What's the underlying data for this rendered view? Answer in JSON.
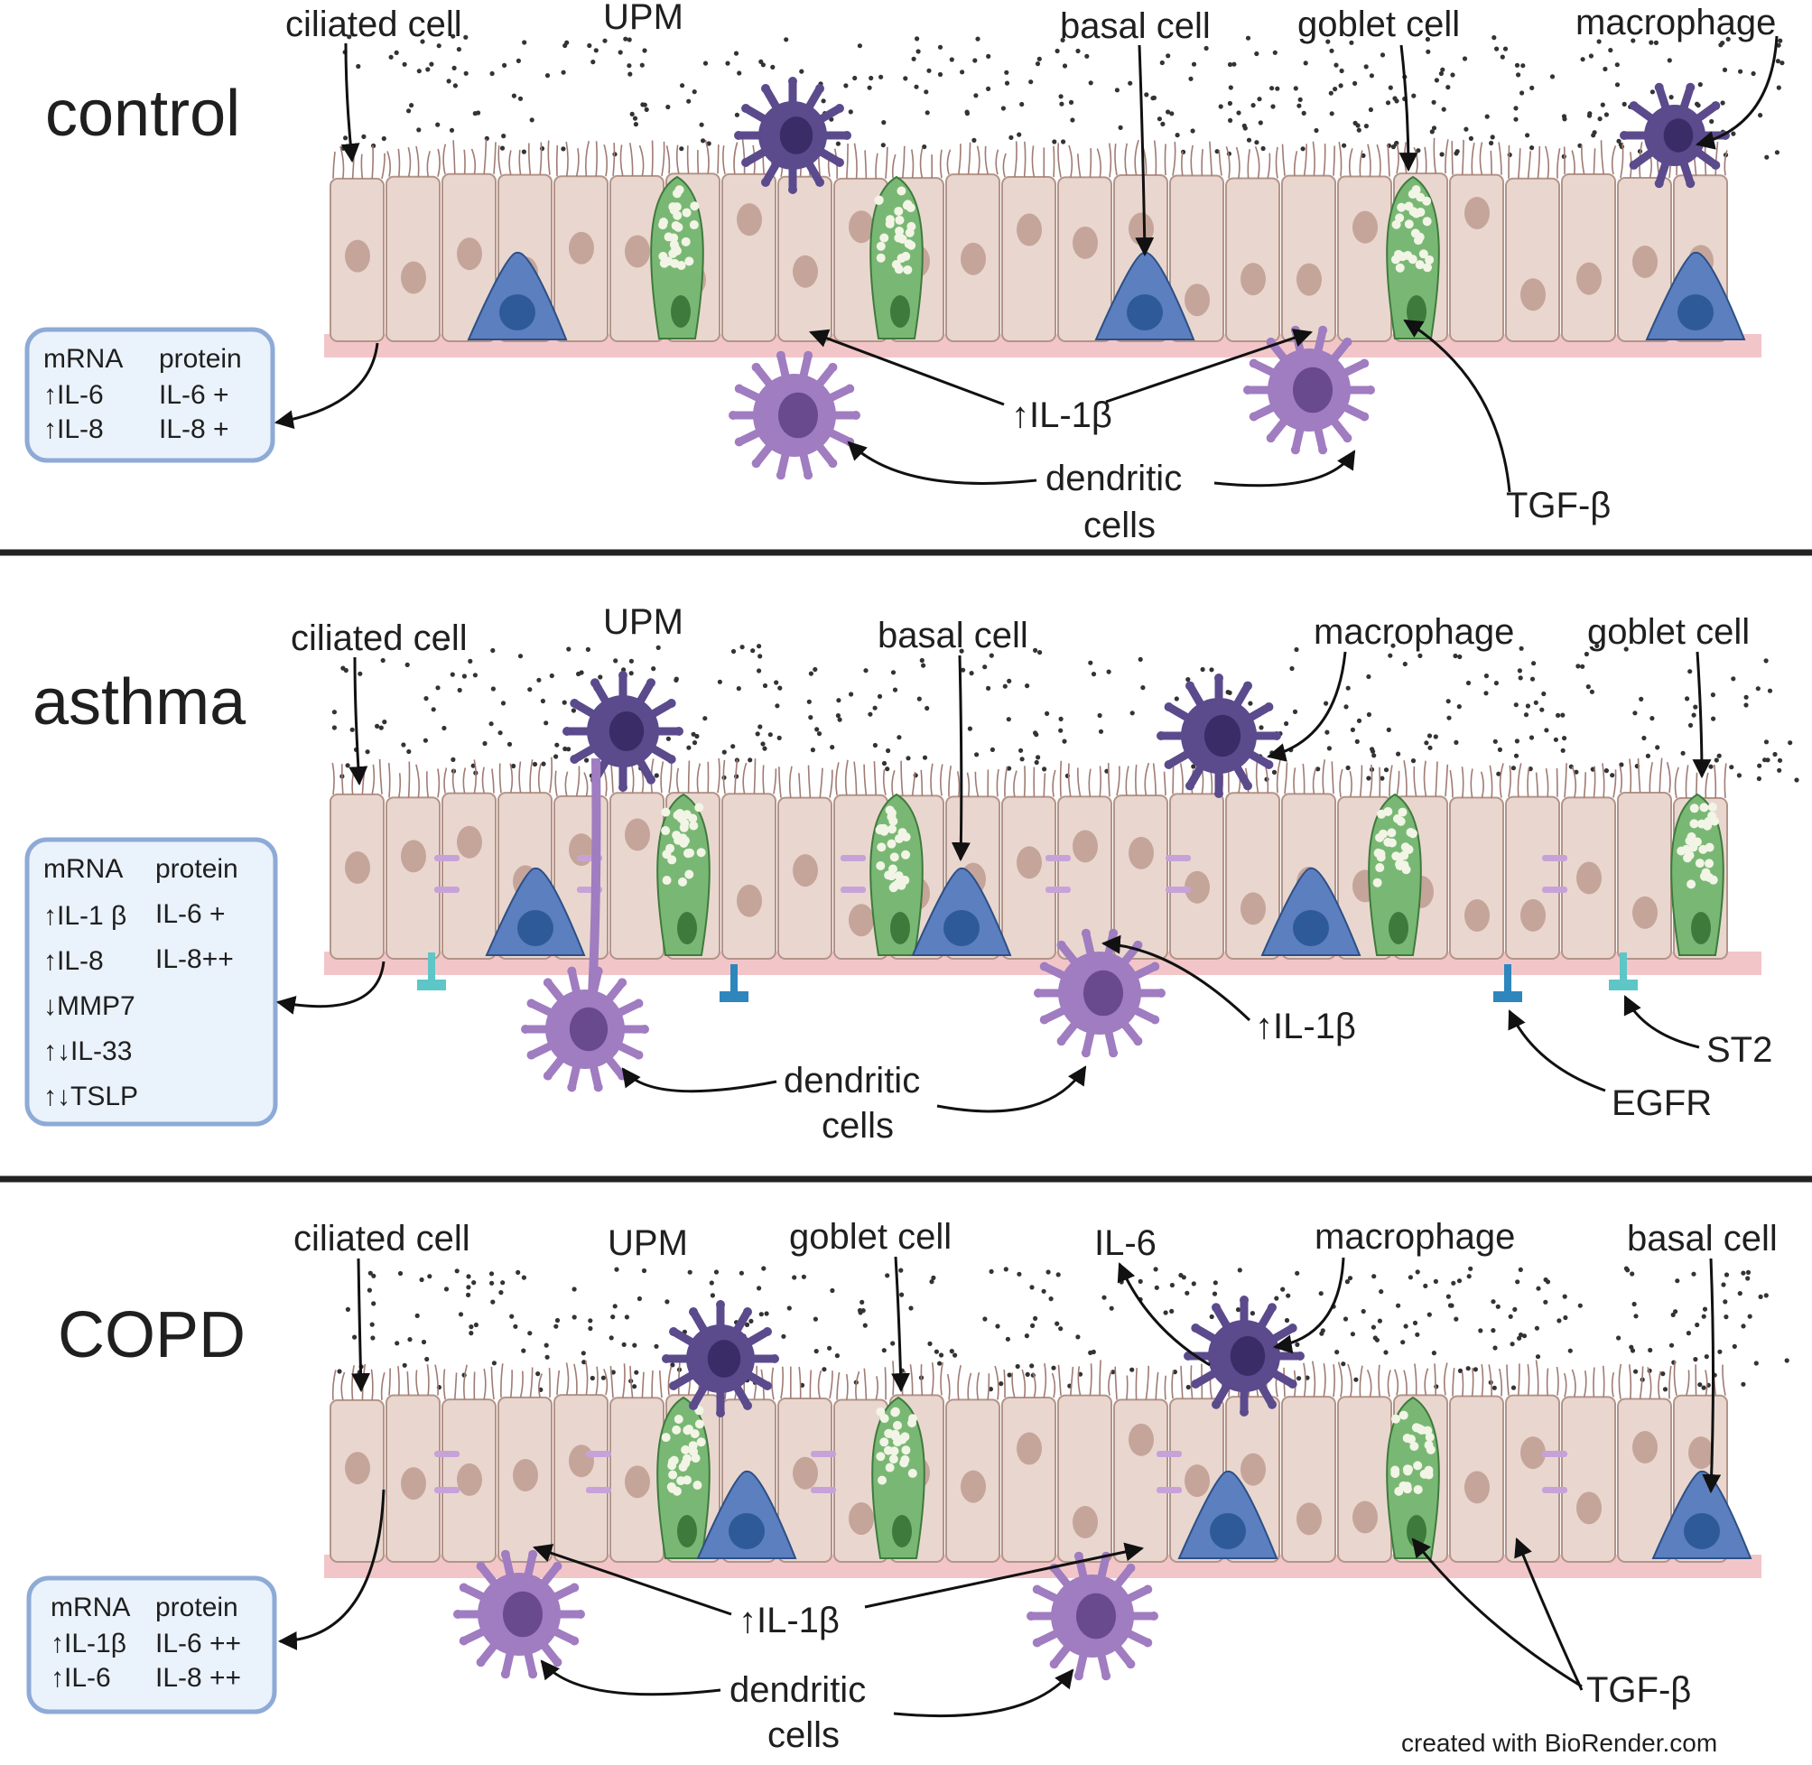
{
  "panels": [
    {
      "condition": "control",
      "labels": {
        "ciliated": "ciliated cell",
        "upm": "UPM",
        "basal": "basal cell",
        "goblet": "goblet cell",
        "macrophage": "macrophage",
        "il1b": "↑IL-1β",
        "dendritic": [
          "dendritic",
          "cells"
        ],
        "tgf": "TGF-β"
      },
      "box": {
        "head_mrna": "mRNA",
        "head_protein": "protein",
        "mrna": [
          "↑IL-6",
          "↑IL-8"
        ],
        "protein": [
          "IL-6 +",
          "IL-8 +"
        ]
      }
    },
    {
      "condition": "asthma",
      "labels": {
        "ciliated": "ciliated cell",
        "upm": "UPM",
        "basal": "basal cell",
        "macrophage": "macrophage",
        "goblet": "goblet cell",
        "il1b": "↑IL-1β",
        "dendritic": [
          "dendritic",
          "cells"
        ],
        "egfr": "EGFR",
        "st2": "ST2"
      },
      "box": {
        "head_mrna": "mRNA",
        "head_protein": "protein",
        "mrna": [
          "↑IL-1 β",
          "↑IL-8",
          "↓MMP7",
          "↑↓IL-33",
          "↑↓TSLP"
        ],
        "protein": [
          "IL-6 +",
          "IL-8++"
        ]
      }
    },
    {
      "condition": "COPD",
      "labels": {
        "ciliated": "ciliated cell",
        "upm": "UPM",
        "goblet": "goblet cell",
        "il6": "IL-6",
        "macrophage": "macrophage",
        "basal": "basal cell",
        "il1b": "↑IL-1β",
        "dendritic": [
          "dendritic",
          "cells"
        ],
        "tgf": "TGF-β"
      },
      "box": {
        "head_mrna": "mRNA",
        "head_protein": "protein",
        "mrna": [
          "↑IL-1β",
          "↑IL-6"
        ],
        "protein": [
          "IL-6 ++",
          "IL-8 ++"
        ]
      }
    }
  ],
  "credit": "created with BioRender.com",
  "colors": {
    "cell_fill": "#e9d7cf",
    "cell_stroke": "#b49488",
    "nucleus": "#b89488",
    "basal_fill": "#5b7fbf",
    "basal_nucleus": "#2f5a9a",
    "goblet_fill": "#79b874",
    "goblet_granule": "#f2f5e6",
    "macrophage": "#5b4a8c",
    "dendritic": "#a07cc0",
    "dendritic_nucleus": "#6a4a8e",
    "basement": "#f2c6c8",
    "junction": "#c7a2d8"
  }
}
